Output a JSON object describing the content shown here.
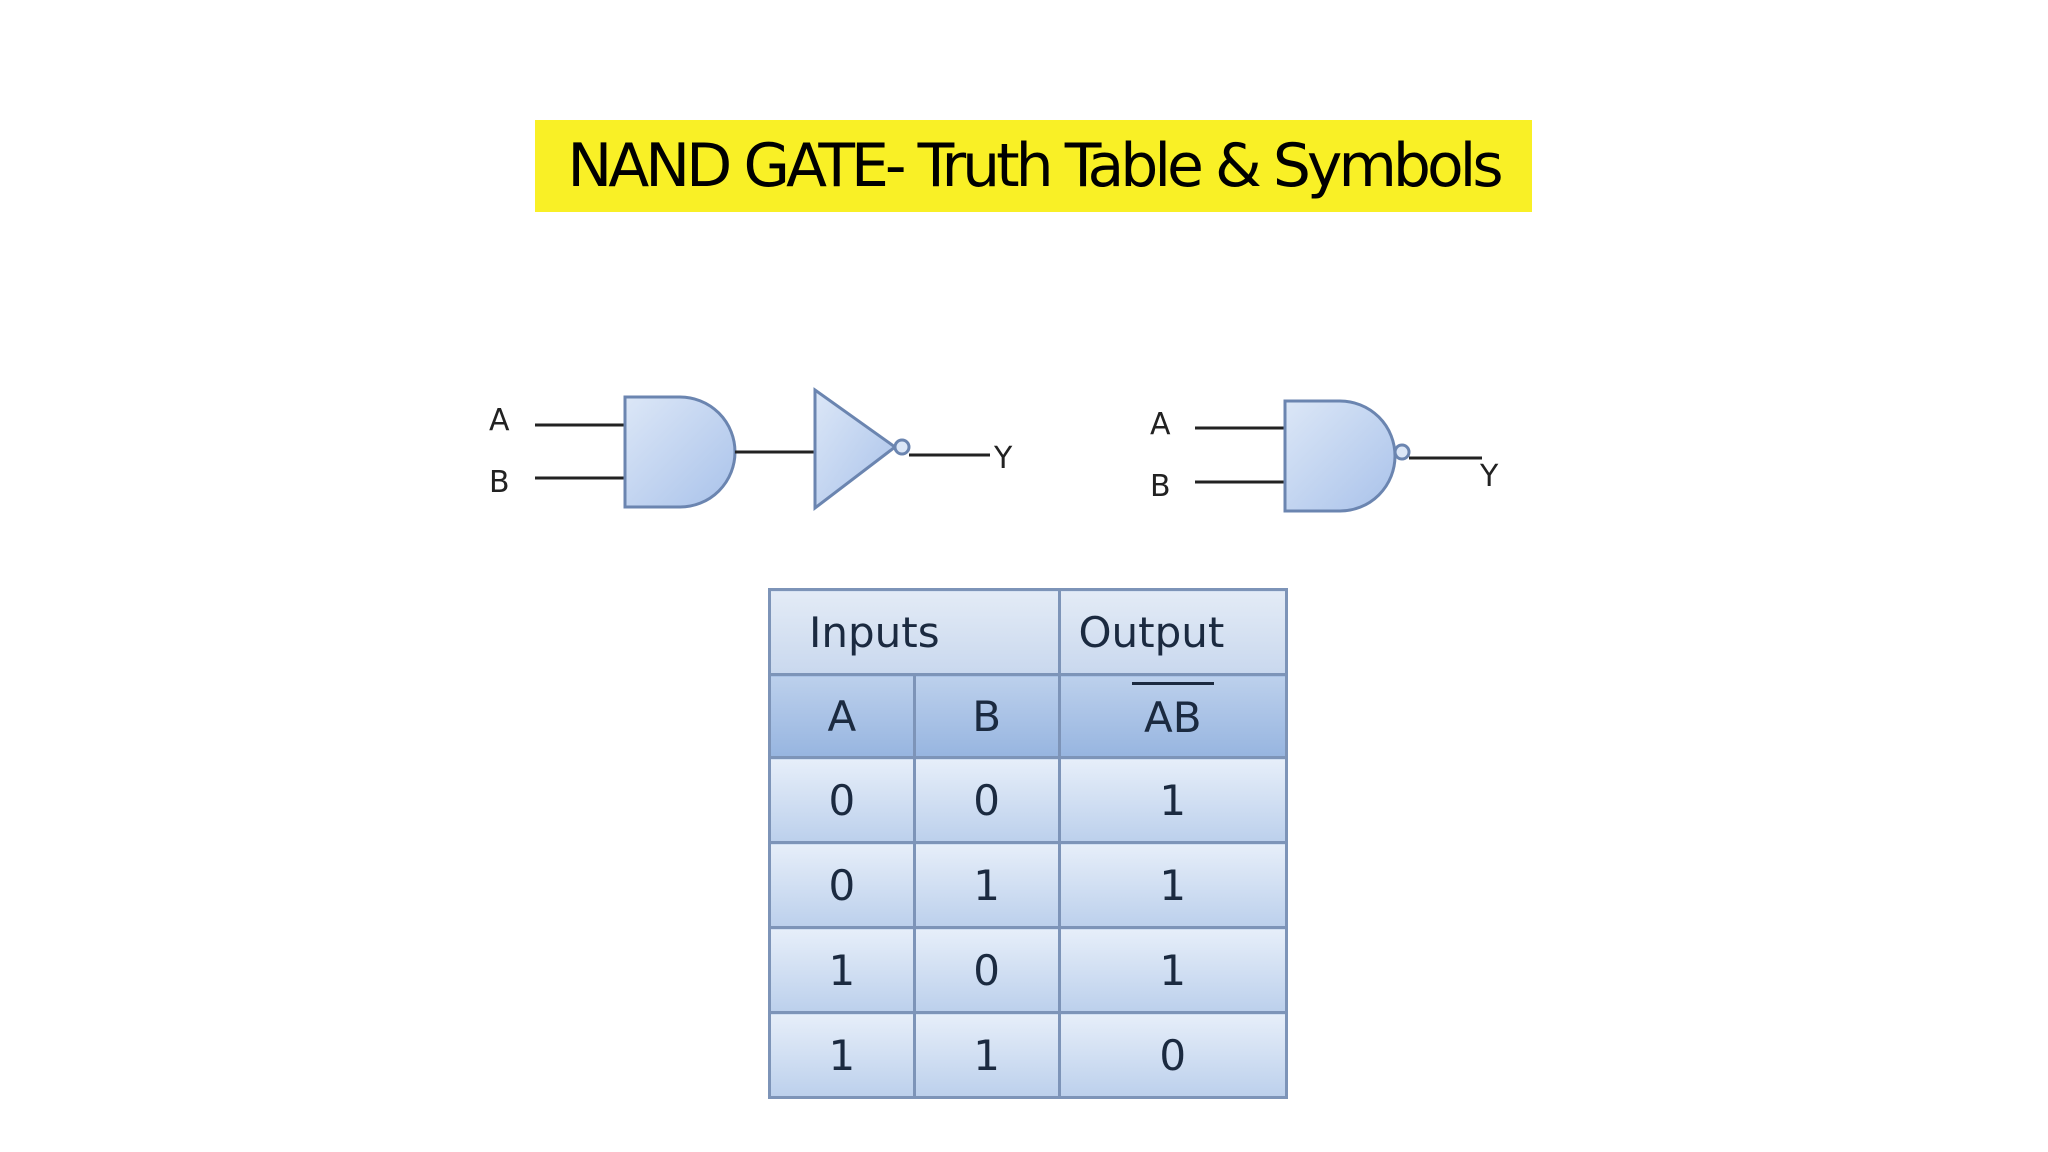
{
  "title": "NAND GATE- Truth Table & Symbols",
  "diagram_left": {
    "input_a": "A",
    "input_b": "B",
    "output": "Y"
  },
  "diagram_right": {
    "input_a": "A",
    "input_b": "B",
    "output": "Y"
  },
  "truth_table": {
    "group_inputs": "Inputs",
    "group_output": "Output",
    "col_a": "A",
    "col_b": "B",
    "col_out": "AB",
    "rows": [
      [
        "0",
        "0",
        "1"
      ],
      [
        "0",
        "1",
        "1"
      ],
      [
        "1",
        "0",
        "1"
      ],
      [
        "1",
        "1",
        "0"
      ]
    ]
  },
  "colors": {
    "title_highlight": "#f9f026",
    "gate_fill": "#b3caed",
    "gate_stroke": "#6b85b0",
    "table_fill": "#bcd0ec"
  }
}
